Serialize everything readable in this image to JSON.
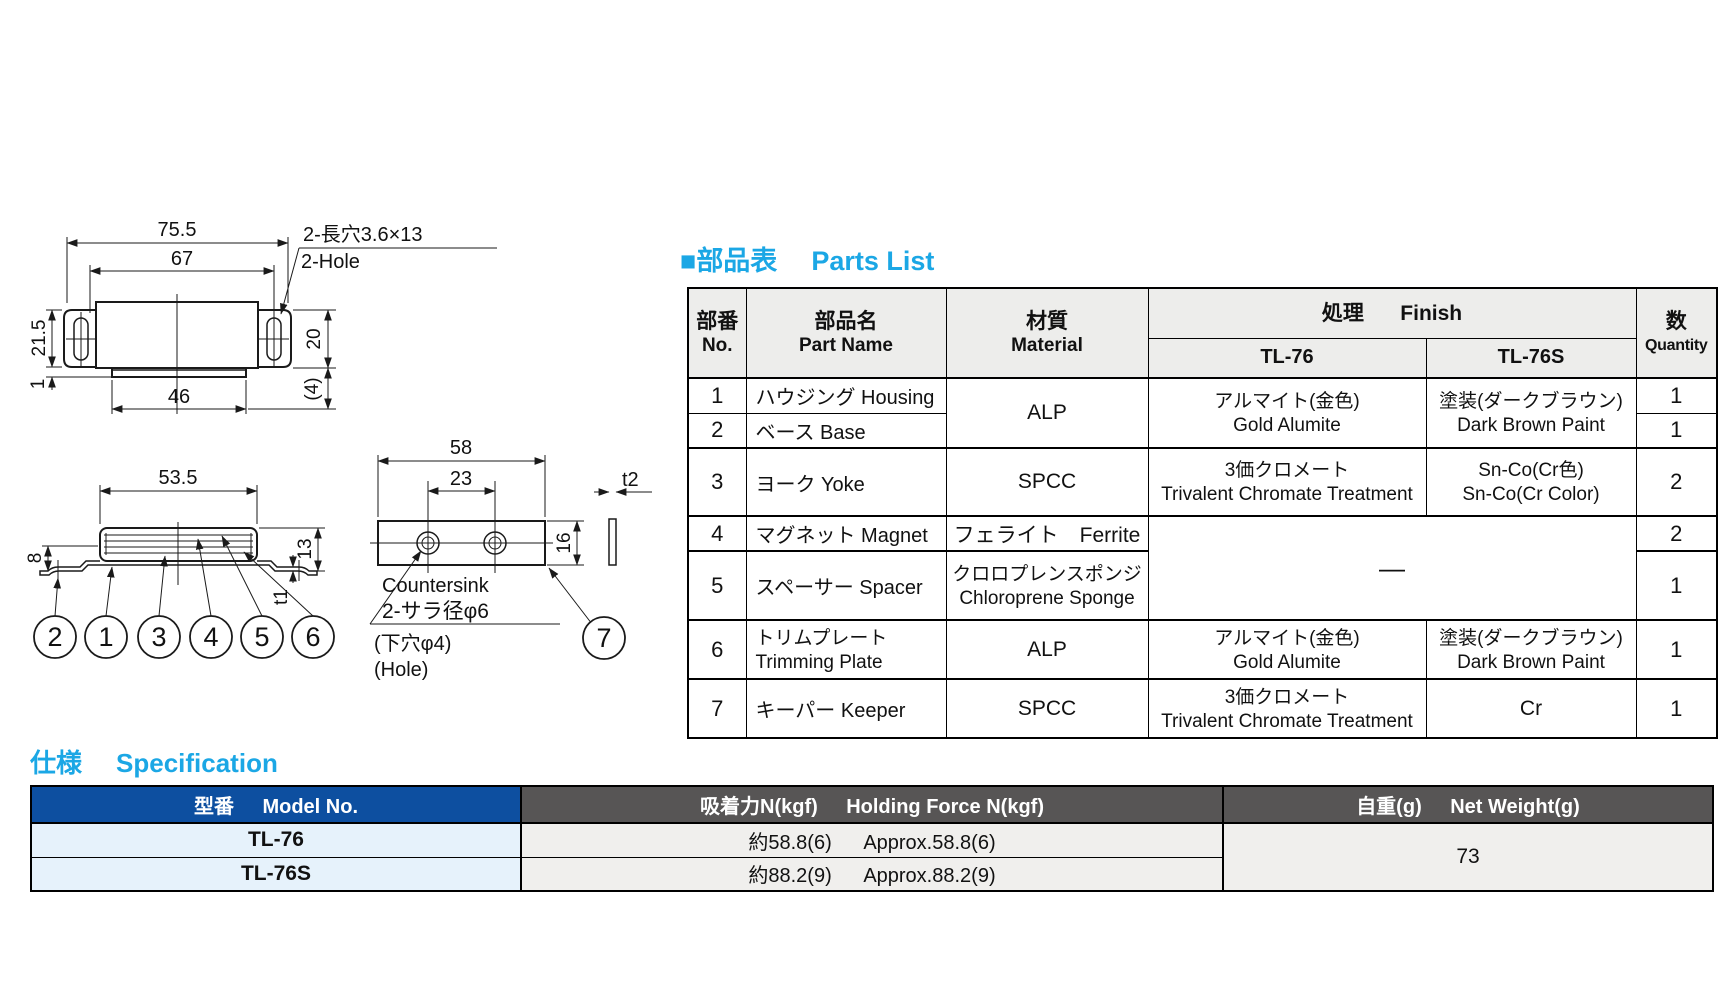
{
  "colors": {
    "accent_cyan": "#1ba7e5",
    "spec_header_blue": "#0d4fa0",
    "spec_header_gray": "#575555",
    "spec_row_blue": "#e6f2fb",
    "spec_row_gray": "#f0efed",
    "parts_header_gray": "#ededeb"
  },
  "drawings": {
    "front": {
      "dim_overall": "75.5",
      "dim_inner": "67",
      "slot_jp": "2-長穴3.6×13",
      "slot_en": "2-Hole",
      "dim_left": "21.5",
      "dim_left2": "1",
      "dim_bottom": "46",
      "dim_right": "20",
      "dim_right2": "(4)"
    },
    "side": {
      "dim_width": "53.5",
      "dim_left": "8",
      "dim_right": "13",
      "dim_t1": "t1",
      "b2": "2",
      "b1": "1",
      "b3": "3",
      "b4": "4",
      "b5": "5",
      "b6": "6"
    },
    "keeper": {
      "dim_width": "58",
      "dim_holes": "23",
      "dim_height": "16",
      "dim_t2": "t2",
      "countersink_en": "Countersink",
      "countersink_jp": "2-サラ径φ6",
      "pilot_jp": "(下穴φ4)",
      "pilot_en": "(Hole)",
      "b7": "7"
    }
  },
  "parts_list": {
    "marker": "■",
    "heading_jp": "部品表",
    "heading_en": "Parts List",
    "header": {
      "no_jp": "部番",
      "no_en": "No.",
      "name_jp": "部品名",
      "name_en": "Part Name",
      "mat_jp": "材質",
      "mat_en": "Material",
      "finish_jp": "処理",
      "finish_en": "Finish",
      "tl76": "TL-76",
      "tl76s": "TL-76S",
      "qty_jp": "数",
      "qty_en": "Quantity"
    },
    "cells": {
      "no1": "1",
      "name1": "ハウジング Housing",
      "no2": "2",
      "name2": "ベース Base",
      "no3": "3",
      "name3": "ヨーク Yoke",
      "no4": "4",
      "name4": "マグネット Magnet",
      "no5": "5",
      "name5": "スペーサー Spacer",
      "no6": "6",
      "name6_jp": "トリムプレート",
      "name6_en": "Trimming Plate",
      "no7": "7",
      "name7": "キーパー Keeper",
      "mat12": "ALP",
      "mat3": "SPCC",
      "mat4": "フェライト　Ferrite",
      "mat5_jp": "クロロプレンスポンジ",
      "mat5_en": "Chloroprene Sponge",
      "mat6": "ALP",
      "mat7": "SPCC",
      "fin12_76_jp": "アルマイト(金色)",
      "fin12_76_en": "Gold Alumite",
      "fin12_76s_jp": "塗装(ダークブラウン)",
      "fin12_76s_en": "Dark Brown Paint",
      "fin3_76_jp": "3価クロメート",
      "fin3_76_en": "Trivalent Chromate Treatment",
      "fin3_76s_jp": "Sn-Co(Cr色)",
      "fin3_76s_en": "Sn-Co(Cr Color)",
      "fin45": "—",
      "fin6_76_jp": "アルマイト(金色)",
      "fin6_76_en": "Gold Alumite",
      "fin6_76s_jp": "塗装(ダークブラウン)",
      "fin6_76s_en": "Dark Brown Paint",
      "fin7_76_jp": "3価クロメート",
      "fin7_76_en": "Trivalent Chromate Treatment",
      "fin7_76s": "Cr",
      "qty1": "1",
      "qty2": "1",
      "qty3": "2",
      "qty4": "2",
      "qty5": "1",
      "qty6": "1",
      "qty7": "1"
    }
  },
  "specification": {
    "heading_jp": "仕様",
    "heading_en": "Specification",
    "header": {
      "model_jp": "型番",
      "model_en": "Model No.",
      "force_jp": "吸着力N(kgf)",
      "force_en": "Holding Force N(kgf)",
      "weight_jp": "自重(g)",
      "weight_en": "Net Weight(g)"
    },
    "rows": [
      {
        "model": "TL-76",
        "force_jp": "約58.8(6)",
        "force_en": "Approx.58.8(6)"
      },
      {
        "model": "TL-76S",
        "force_jp": "約88.2(9)",
        "force_en": "Approx.88.2(9)"
      }
    ],
    "net_weight": "73"
  }
}
